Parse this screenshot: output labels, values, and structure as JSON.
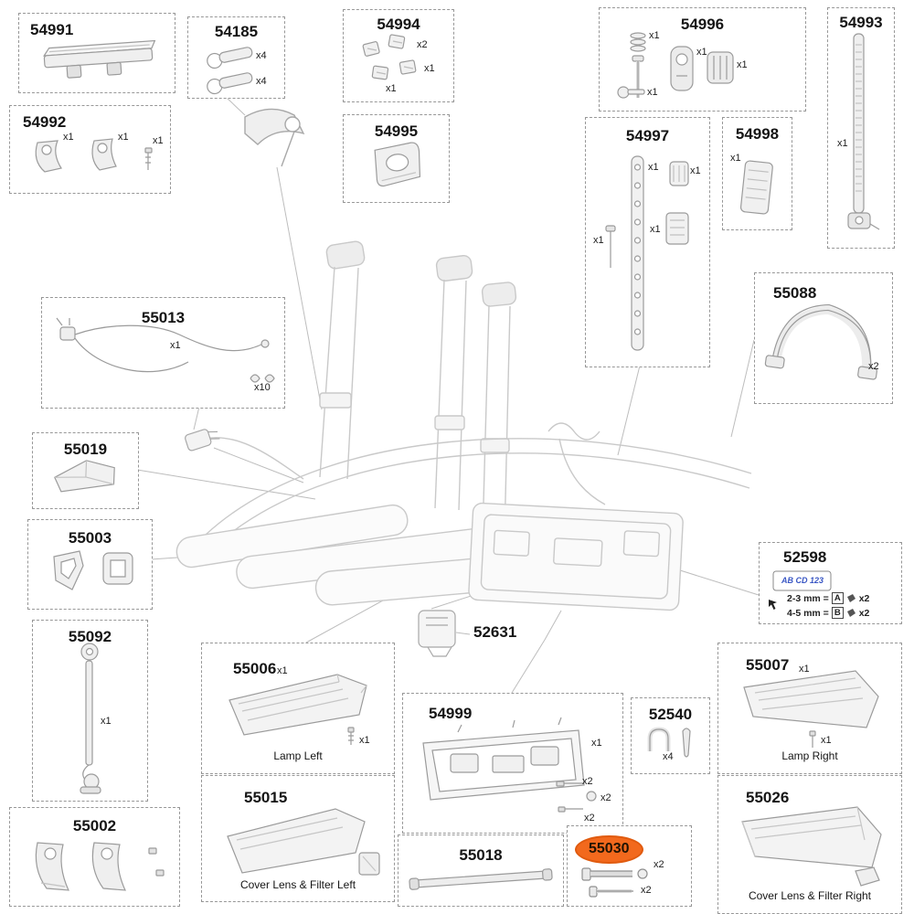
{
  "page": {
    "background": "#ffffff",
    "highlight_color": "#f2691d",
    "plate_text_color": "#3a57c4"
  },
  "parts": {
    "p54991": {
      "number": "54991",
      "qty": []
    },
    "p54185": {
      "number": "54185",
      "qty": [
        "x4",
        "x4"
      ]
    },
    "p54994": {
      "number": "54994",
      "qty": [
        "x2",
        "x1",
        "x1"
      ]
    },
    "p54996": {
      "number": "54996",
      "qty": [
        "x1",
        "x1",
        "x1",
        "x1"
      ]
    },
    "p54993": {
      "number": "54993",
      "qty": [
        "x1"
      ]
    },
    "p54992": {
      "number": "54992",
      "qty": [
        "x1",
        "x1",
        "x1"
      ]
    },
    "p54995": {
      "number": "54995",
      "qty": []
    },
    "p54997": {
      "number": "54997",
      "qty": [
        "x1",
        "x1",
        "x1",
        "x1"
      ]
    },
    "p54998": {
      "number": "54998",
      "qty": [
        "x1"
      ]
    },
    "p55088": {
      "number": "55088",
      "qty": [
        "x2"
      ]
    },
    "p55013": {
      "number": "55013",
      "qty": [
        "x1",
        "x10"
      ]
    },
    "p55019": {
      "number": "55019",
      "qty": []
    },
    "p55003": {
      "number": "55003",
      "qty": []
    },
    "p52598": {
      "number": "52598",
      "plate_text": "AB CD 123",
      "rows": [
        {
          "range": "2-3 mm =",
          "letter": "A",
          "qty": "x2"
        },
        {
          "range": "4-5 mm =",
          "letter": "B",
          "qty": "x2"
        }
      ]
    },
    "p55092": {
      "number": "55092",
      "qty": [
        "x1"
      ]
    },
    "p55006": {
      "number": "55006",
      "qty": [
        "x1",
        "x1"
      ],
      "caption": "Lamp Left"
    },
    "p52631": {
      "number": "52631"
    },
    "p55007": {
      "number": "55007",
      "qty": [
        "x1",
        "x1"
      ],
      "caption": "Lamp Right"
    },
    "p54999": {
      "number": "54999",
      "qty": [
        "x1",
        "x2",
        "x2",
        "x2"
      ]
    },
    "p52540": {
      "number": "52540",
      "qty": [
        "x4"
      ]
    },
    "p55002": {
      "number": "55002",
      "qty": []
    },
    "p55015": {
      "number": "55015",
      "caption": "Cover Lens & Filter Left"
    },
    "p55018": {
      "number": "55018",
      "qty": []
    },
    "p55030": {
      "number": "55030",
      "qty": [
        "x2",
        "x2"
      ],
      "highlighted": true
    },
    "p55026": {
      "number": "55026",
      "caption": "Cover Lens & Filter Right"
    }
  }
}
